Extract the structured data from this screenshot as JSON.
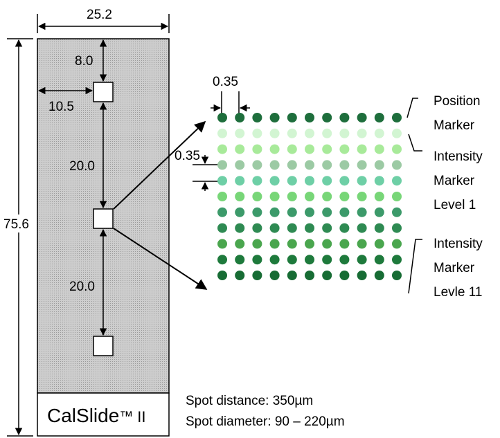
{
  "dimensions": {
    "width_label": "25.2",
    "height_label": "75.6",
    "top_offset_label": "8.0",
    "left_offset_label": "10.5",
    "spacing_upper_label": "20.0",
    "spacing_lower_label": "20.0",
    "spot_pitch_h_label": "0.35",
    "spot_pitch_v_label": "0.35"
  },
  "slide": {
    "name": "CalSlide",
    "tm": "™",
    "version": "II"
  },
  "legend": {
    "position_marker": [
      "Position",
      "Marker"
    ],
    "intensity_level_1": [
      "Intensity",
      "Marker",
      "Level 1"
    ],
    "intensity_level_11": [
      "Intensity",
      "Marker",
      "Levle 11"
    ]
  },
  "notes": {
    "spot_distance": "Spot distance: 350µm",
    "spot_diameter": "Spot diameter: 90 – 220µm"
  },
  "colors": {
    "slide_fill": "#c9c9c9",
    "row_colors": [
      "#1e6e3c",
      "#d2f5d2",
      "#a8ea9a",
      "#9ccaa4",
      "#6ecfa6",
      "#78d678",
      "#3c9a6a",
      "#2e8a52",
      "#4aa64e",
      "#1e7a3c",
      "#176c34"
    ]
  },
  "array": {
    "rows": 11,
    "columns": 11
  }
}
